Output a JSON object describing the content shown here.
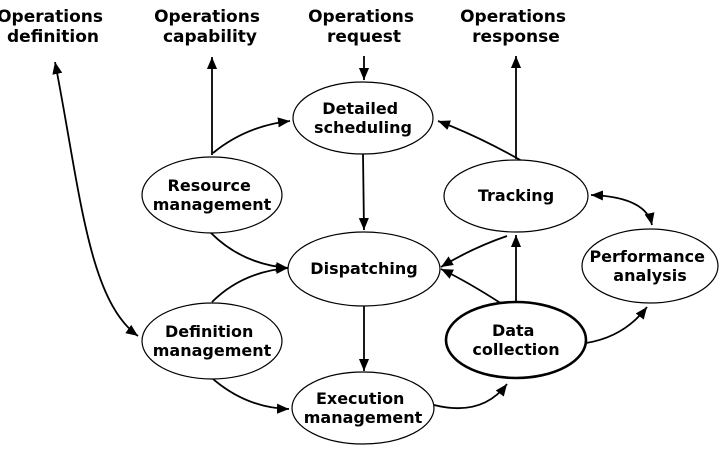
{
  "colors": {
    "background": "#ffffff",
    "ink": "#000000"
  },
  "top_labels": [
    {
      "id": "operations-definition",
      "lines": [
        "Operations",
        "definition"
      ]
    },
    {
      "id": "operations-capability",
      "lines": [
        "Operations",
        "capability"
      ]
    },
    {
      "id": "operations-request",
      "lines": [
        "Operations",
        "request"
      ]
    },
    {
      "id": "operations-response",
      "lines": [
        "Operations",
        "response"
      ]
    }
  ],
  "nodes": [
    {
      "id": "detailed-scheduling",
      "lines": [
        "Detailed",
        "scheduling"
      ]
    },
    {
      "id": "resource-management",
      "lines": [
        "Resource",
        "management"
      ]
    },
    {
      "id": "tracking",
      "lines": [
        "Tracking"
      ]
    },
    {
      "id": "dispatching",
      "lines": [
        "Dispatching"
      ]
    },
    {
      "id": "performance-analysis",
      "lines": [
        "Performance",
        "analysis"
      ]
    },
    {
      "id": "definition-management",
      "lines": [
        "Definition",
        "management"
      ]
    },
    {
      "id": "data-collection",
      "lines": [
        "Data",
        "collection"
      ]
    },
    {
      "id": "execution-management",
      "lines": [
        "Execution",
        "management"
      ]
    }
  ],
  "edges": [
    {
      "from": "operations-definition",
      "to": "definition-management",
      "arrows": "both"
    },
    {
      "from": "resource-management",
      "to": "operations-capability",
      "arrows": "forward"
    },
    {
      "from": "operations-request",
      "to": "detailed-scheduling",
      "arrows": "forward"
    },
    {
      "from": "tracking",
      "to": "operations-response",
      "arrows": "forward"
    },
    {
      "from": "resource-management",
      "to": "detailed-scheduling",
      "arrows": "forward"
    },
    {
      "from": "tracking",
      "to": "detailed-scheduling",
      "arrows": "forward"
    },
    {
      "from": "detailed-scheduling",
      "to": "dispatching",
      "arrows": "forward"
    },
    {
      "from": "resource-management",
      "to": "dispatching",
      "arrows": "forward"
    },
    {
      "from": "definition-management",
      "to": "dispatching",
      "arrows": "forward"
    },
    {
      "from": "data-collection",
      "to": "dispatching",
      "arrows": "forward"
    },
    {
      "from": "tracking",
      "to": "dispatching",
      "arrows": "forward"
    },
    {
      "from": "data-collection",
      "to": "tracking",
      "arrows": "forward"
    },
    {
      "from": "dispatching",
      "to": "execution-management",
      "arrows": "forward"
    },
    {
      "from": "definition-management",
      "to": "execution-management",
      "arrows": "forward"
    },
    {
      "from": "execution-management",
      "to": "data-collection",
      "arrows": "forward"
    },
    {
      "from": "data-collection",
      "to": "performance-analysis",
      "arrows": "forward"
    },
    {
      "from": "tracking",
      "to": "performance-analysis",
      "arrows": "both"
    }
  ]
}
